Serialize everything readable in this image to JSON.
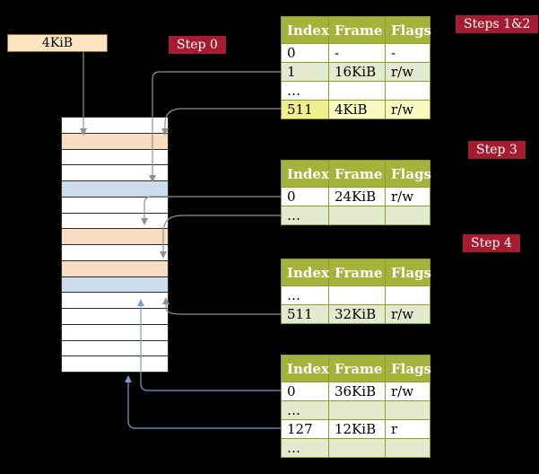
{
  "colors": {
    "background": "#000000",
    "badge_bg": "#a51c30",
    "badge_text": "#ffffff",
    "table_header_bg": "#a4b43a",
    "table_border": "#8d9c2f",
    "row_green": "#e3eacd",
    "row_white": "#ffffff",
    "highlight_index": "#f2ee8f",
    "highlight_cell": "#fafac3",
    "mem_peach": "#f9ddc2",
    "mem_blue": "#cddded",
    "mem_white": "#ffffff",
    "cr3_box_bg": "#fbe5c0",
    "arrow_gray": "#909090",
    "arrow_blue": "#7b9cc9"
  },
  "cr3_box": {
    "label": "4KiB"
  },
  "badges": {
    "step0": "Step 0",
    "steps12": "Steps 1&2",
    "step3": "Step 3",
    "step4": "Step 4"
  },
  "memory": {
    "row_colors": [
      "white",
      "peach",
      "white",
      "white",
      "blue",
      "white",
      "white",
      "peach",
      "white",
      "peach",
      "blue",
      "white",
      "white",
      "white",
      "white",
      "white"
    ]
  },
  "tables": [
    {
      "name": "level-4-table",
      "headers": [
        "Index",
        "Frame",
        "Flags"
      ],
      "rows": [
        {
          "cells": [
            "0",
            "-",
            "-"
          ],
          "style": "white"
        },
        {
          "cells": [
            "1",
            "16KiB",
            "r/w"
          ],
          "style": "green"
        },
        {
          "cells": [
            "…",
            "",
            ""
          ],
          "style": "white"
        },
        {
          "cells": [
            "511",
            "4KiB",
            "r/w"
          ],
          "style": "highlight"
        }
      ]
    },
    {
      "name": "level-3-table",
      "headers": [
        "Index",
        "Frame",
        "Flags"
      ],
      "rows": [
        {
          "cells": [
            "0",
            "24KiB",
            "r/w"
          ],
          "style": "white"
        },
        {
          "cells": [
            "…",
            "",
            ""
          ],
          "style": "green"
        }
      ]
    },
    {
      "name": "level-2-table",
      "headers": [
        "Index",
        "Frame",
        "Flags"
      ],
      "rows": [
        {
          "cells": [
            "…",
            "",
            ""
          ],
          "style": "white"
        },
        {
          "cells": [
            "511",
            "32KiB",
            "r/w"
          ],
          "style": "green"
        }
      ]
    },
    {
      "name": "level-1-table",
      "headers": [
        "Index",
        "Frame",
        "Flags"
      ],
      "rows": [
        {
          "cells": [
            "0",
            "36KiB",
            "r/w"
          ],
          "style": "white"
        },
        {
          "cells": [
            "…",
            "",
            ""
          ],
          "style": "green"
        },
        {
          "cells": [
            "127",
            "12KiB",
            "r"
          ],
          "style": "white"
        },
        {
          "cells": [
            "…",
            "",
            ""
          ],
          "style": "green"
        }
      ]
    }
  ]
}
